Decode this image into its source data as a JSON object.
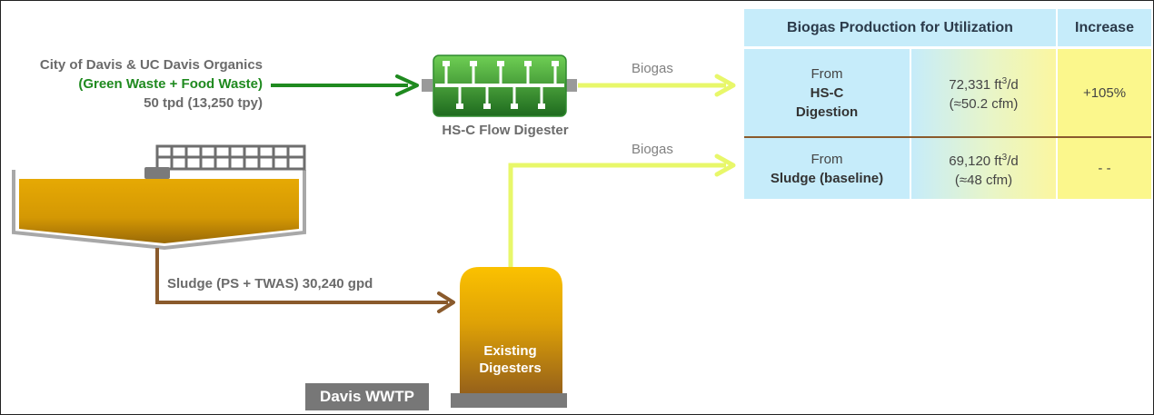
{
  "source": {
    "line1": "City of Davis & UC Davis Organics",
    "line2": "(Green Waste + Food Waste)",
    "line3": "50 tpd (13,250 tpy)"
  },
  "hsc_label": "HS-C Flow Digester",
  "biogas_labels": [
    "Biogas",
    "Biogas"
  ],
  "sludge_label": "Sludge (PS + TWAS) 30,240 gpd",
  "digester_label": [
    "Existing",
    "Digesters"
  ],
  "wwtp_label": "Davis WWTP",
  "table": {
    "header_production": "Biogas Production for Utilization",
    "header_increase": "Increase",
    "rows": [
      {
        "from": "From",
        "source_lines": [
          "HS-C",
          "Digestion"
        ],
        "value_main": "72,331 ft",
        "value_sup": "3",
        "value_unit": "/d",
        "value_cfm": "(≈50.2 cfm)",
        "increase": "+105%"
      },
      {
        "from": "From",
        "source_lines": [
          "Sludge (baseline)"
        ],
        "value_main": "69,120 ft",
        "value_sup": "3",
        "value_unit": "/d",
        "value_cfm": "(≈48 cfm)",
        "increase": "- -"
      }
    ]
  },
  "colors": {
    "green_line": "#1f8a1f",
    "biogas_line": "#e8f76a",
    "sludge_line": "#8a5a2c",
    "tank_fill": "#d99f06",
    "gray_structure": "#777777"
  }
}
